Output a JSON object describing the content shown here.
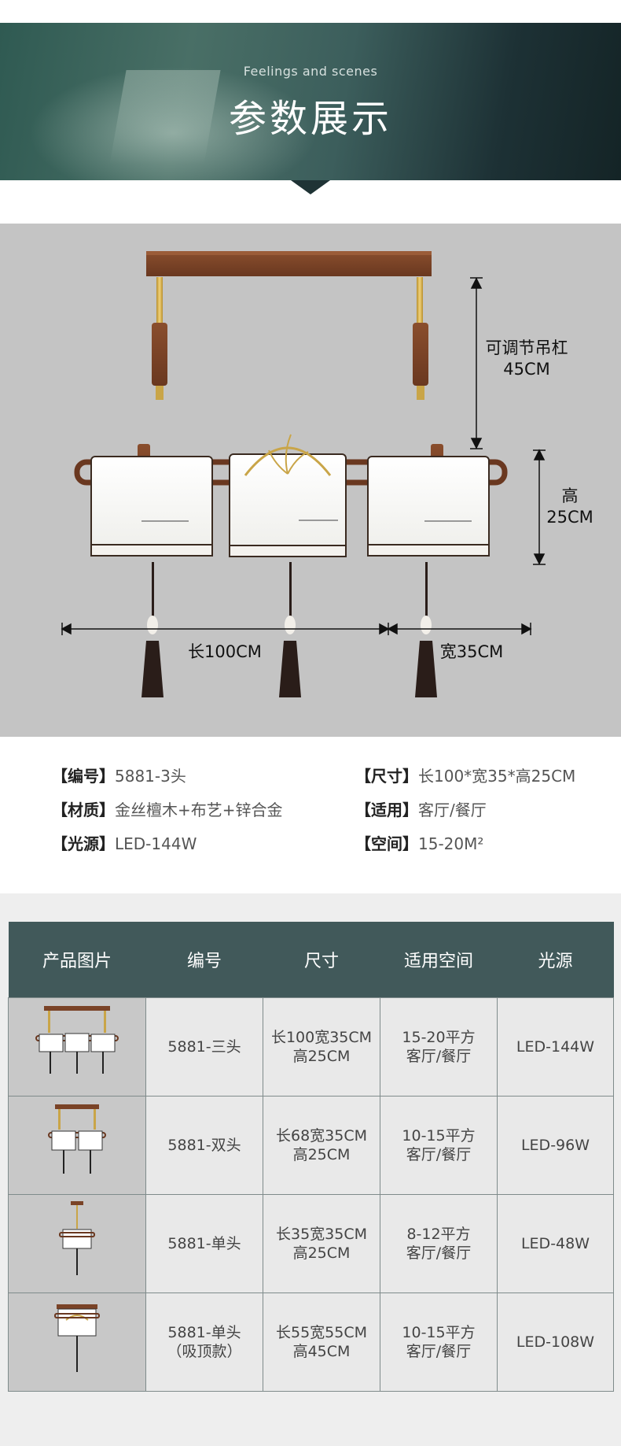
{
  "hero": {
    "subtitle": "Feelings and scenes",
    "title": "参数展示"
  },
  "dimensions": {
    "rod": "可调节吊杠\n45CM",
    "height": "高\n25CM",
    "length": "长100CM",
    "width": "宽35CM"
  },
  "specs": [
    {
      "key": "【编号】",
      "value": "5881-3头"
    },
    {
      "key": "【尺寸】",
      "value": "长100*宽35*高25CM"
    },
    {
      "key": "【材质】",
      "value": "金丝檀木+布艺+锌合金"
    },
    {
      "key": "【适用】",
      "value": "客厅/餐厅"
    },
    {
      "key": "【光源】",
      "value": "LED-144W"
    },
    {
      "key": "【空间】",
      "value": "15-20M²"
    }
  ],
  "table": {
    "headers": [
      "产品图片",
      "编号",
      "尺寸",
      "适用空间",
      "光源"
    ],
    "rows": [
      {
        "image": "3-head pendant",
        "model": "5881-三头",
        "size": "长100宽35CM\n高25CM",
        "space": "15-20平方\n客厅/餐厅",
        "light": "LED-144W"
      },
      {
        "image": "2-head pendant",
        "model": "5881-双头",
        "size": "长68宽35CM\n高25CM",
        "space": "10-15平方\n客厅/餐厅",
        "light": "LED-96W"
      },
      {
        "image": "single pendant",
        "model": "5881-单头",
        "size": "长35宽35CM\n高25CM",
        "space": "8-12平方\n客厅/餐厅",
        "light": "LED-48W"
      },
      {
        "image": "ceiling lamp",
        "model": "5881-单头\n（吸顶款）",
        "size": "长55宽55CM\n高45CM",
        "space": "10-15平方\n客厅/餐厅",
        "light": "LED-108W"
      }
    ]
  },
  "colors": {
    "header_bg": "#41595a",
    "photo_bg": "#c4c4c4",
    "wood": "#7a4327",
    "gold": "#c9a548"
  }
}
